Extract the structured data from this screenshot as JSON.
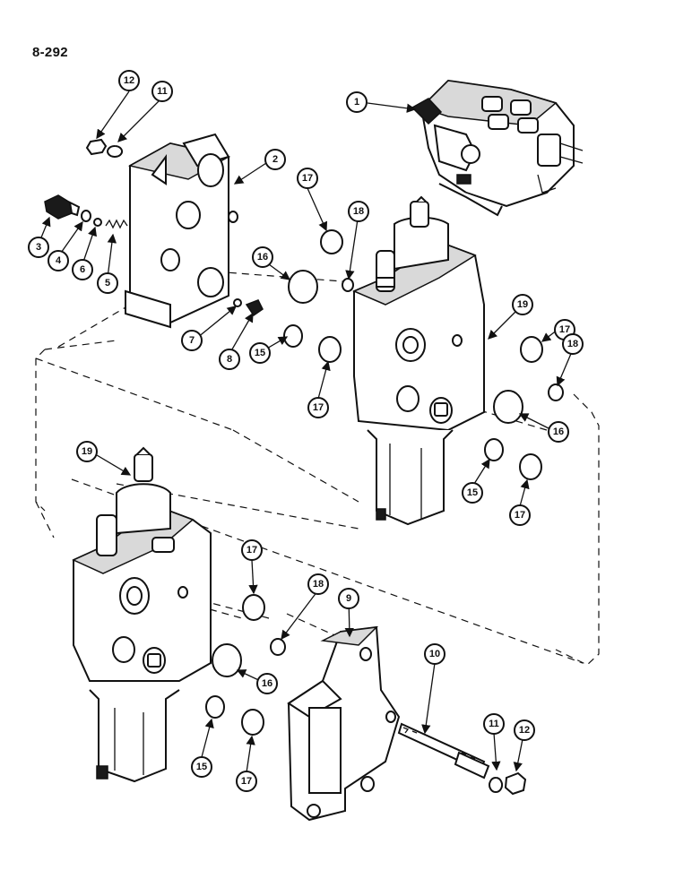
{
  "page": {
    "number": "8-292"
  },
  "callouts": [
    {
      "id": "c1",
      "label": "1"
    },
    {
      "id": "c2",
      "label": "2"
    },
    {
      "id": "c3",
      "label": "3"
    },
    {
      "id": "c4",
      "label": "4"
    },
    {
      "id": "c5",
      "label": "5"
    },
    {
      "id": "c6",
      "label": "6"
    },
    {
      "id": "c7",
      "label": "7"
    },
    {
      "id": "c8",
      "label": "8"
    },
    {
      "id": "c9",
      "label": "9"
    },
    {
      "id": "c10",
      "label": "10"
    },
    {
      "id": "c11a",
      "label": "11"
    },
    {
      "id": "c11b",
      "label": "11"
    },
    {
      "id": "c12a",
      "label": "12"
    },
    {
      "id": "c12b",
      "label": "12"
    },
    {
      "id": "c15a",
      "label": "15"
    },
    {
      "id": "c15b",
      "label": "15"
    },
    {
      "id": "c15c",
      "label": "15"
    },
    {
      "id": "c16a",
      "label": "16"
    },
    {
      "id": "c16b",
      "label": "16"
    },
    {
      "id": "c16c",
      "label": "16"
    },
    {
      "id": "c17a",
      "label": "17"
    },
    {
      "id": "c17b",
      "label": "17"
    },
    {
      "id": "c17c",
      "label": "17"
    },
    {
      "id": "c17d",
      "label": "17"
    },
    {
      "id": "c17e",
      "label": "17"
    },
    {
      "id": "c17f",
      "label": "17"
    },
    {
      "id": "c18a",
      "label": "18"
    },
    {
      "id": "c18b",
      "label": "18"
    },
    {
      "id": "c18c",
      "label": "18"
    },
    {
      "id": "c19a",
      "label": "19"
    },
    {
      "id": "c19b",
      "label": "19"
    }
  ]
}
